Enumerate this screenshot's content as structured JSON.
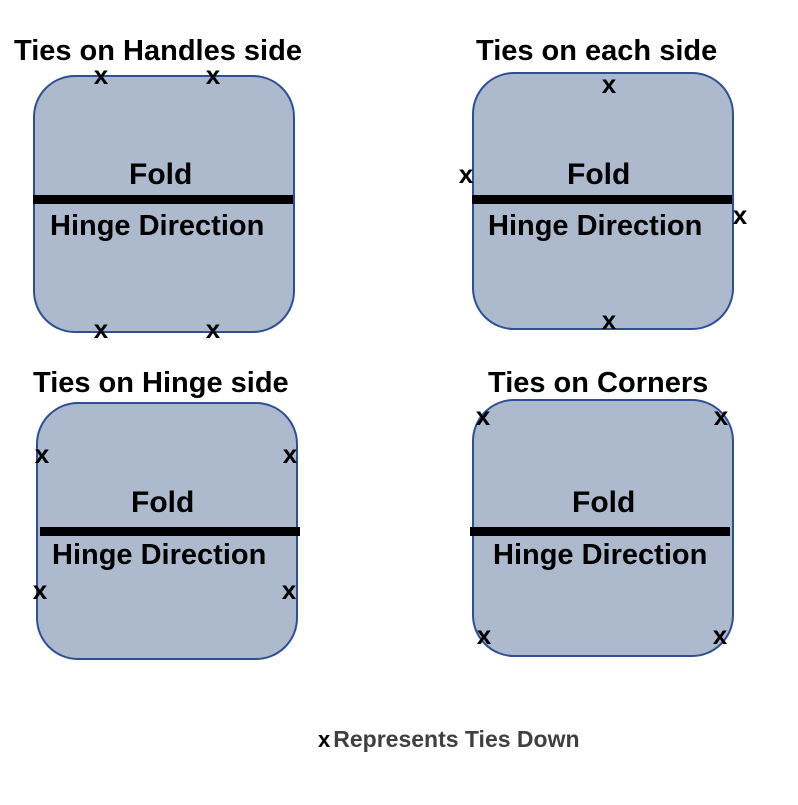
{
  "panels": [
    {
      "title": "Ties on Handles side",
      "fold_label": "Fold",
      "hinge_label": "Hinge Direction"
    },
    {
      "title": "Ties on each side",
      "fold_label": "Fold",
      "hinge_label": "Hinge Direction"
    },
    {
      "title": "Ties on Hinge side",
      "fold_label": "Fold",
      "hinge_label": "Hinge Direction"
    },
    {
      "title": "Ties on Corners",
      "fold_label": "Fold",
      "hinge_label": "Hinge Direction"
    }
  ],
  "tie_mark": "x",
  "legend": {
    "mark": "x",
    "text": "Represents Ties Down"
  },
  "colors": {
    "box_fill": "#adb9cc",
    "box_border": "#2f4f93",
    "fold_line": "#000000",
    "legend_text": "#404040"
  }
}
